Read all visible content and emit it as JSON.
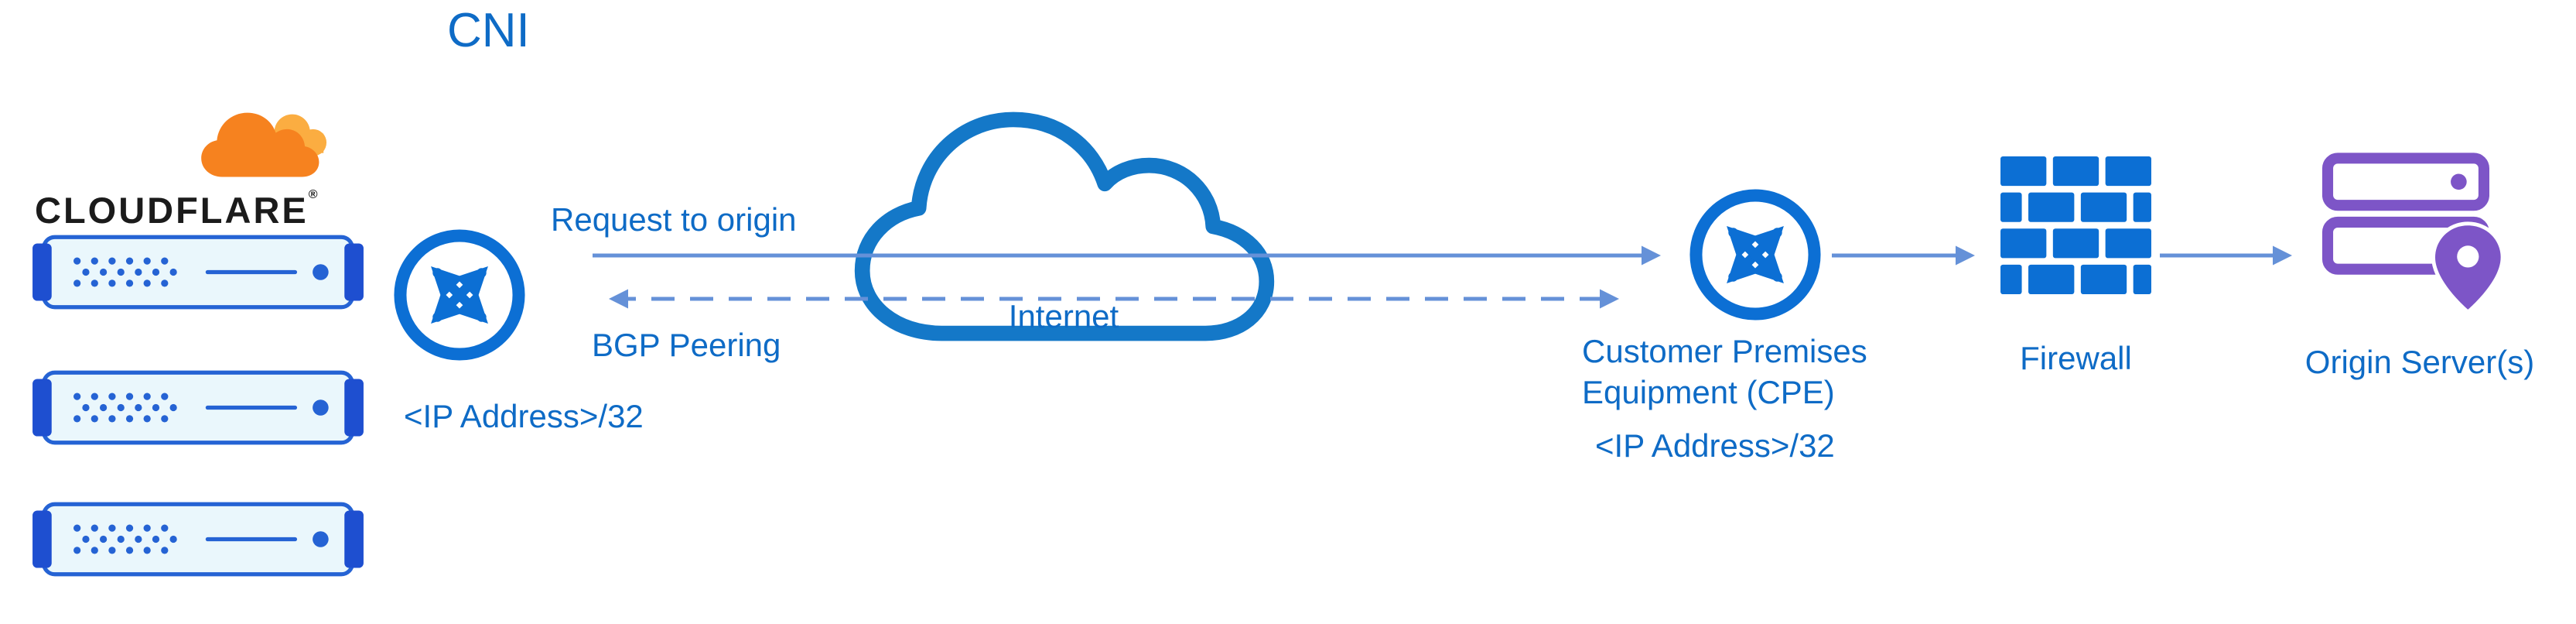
{
  "title": "CNI",
  "colors": {
    "label_blue": "#0E6BC6",
    "icon_blue": "#0C6FD4",
    "arrow_blue": "#6591D8",
    "server_dark_blue": "#1E4FD0",
    "server_fill": "#EAF7FC",
    "logo_orange": "#F6821F",
    "logo_light_orange": "#FBAD41",
    "logo_text": "#1B1B1B",
    "origin_purple": "#7D55C7"
  },
  "cloudflare": {
    "brand": "CLOUDFLARE",
    "registered": "®",
    "cloud_icon": "cloudflare-cloud-icon",
    "server_icon": "edge-server-icon",
    "server_count": 3
  },
  "edge_router": {
    "icon": "router-icon",
    "ip_label": "<IP Address>/32"
  },
  "connections": {
    "request_label": "Request to origin",
    "bgp_label": "BGP Peering"
  },
  "internet": {
    "label": "Internet",
    "icon": "internet-cloud-icon"
  },
  "cpe": {
    "icon": "router-icon",
    "name_line1": "Customer Premises",
    "name_line2": "Equipment (CPE)",
    "ip_label": "<IP Address>/32"
  },
  "firewall": {
    "label": "Firewall",
    "icon": "firewall-brick-icon"
  },
  "origin": {
    "label": "Origin Server(s)",
    "icon": "origin-server-icon"
  }
}
